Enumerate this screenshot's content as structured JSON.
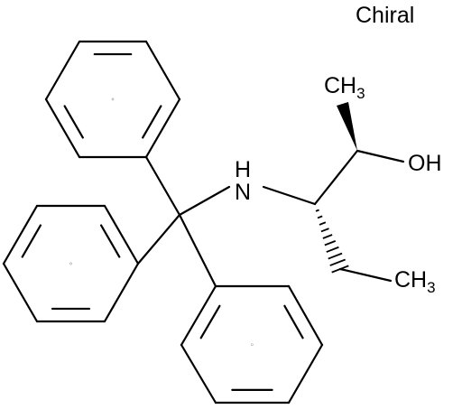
{
  "molecule": {
    "chirality_label": "Chiral",
    "labels": {
      "nh": "H",
      "n": "N",
      "oh": "OH",
      "methyl_top": "CH",
      "methyl_top_sub": "3",
      "methyl_bottom": "CH",
      "methyl_bottom_sub": "3"
    }
  },
  "colors": {
    "ink": "#000000",
    "background": "#ffffff"
  },
  "icons": [
    "phenyl-ring-icon",
    "wedge-bond-icon",
    "hash-bond-icon"
  ]
}
